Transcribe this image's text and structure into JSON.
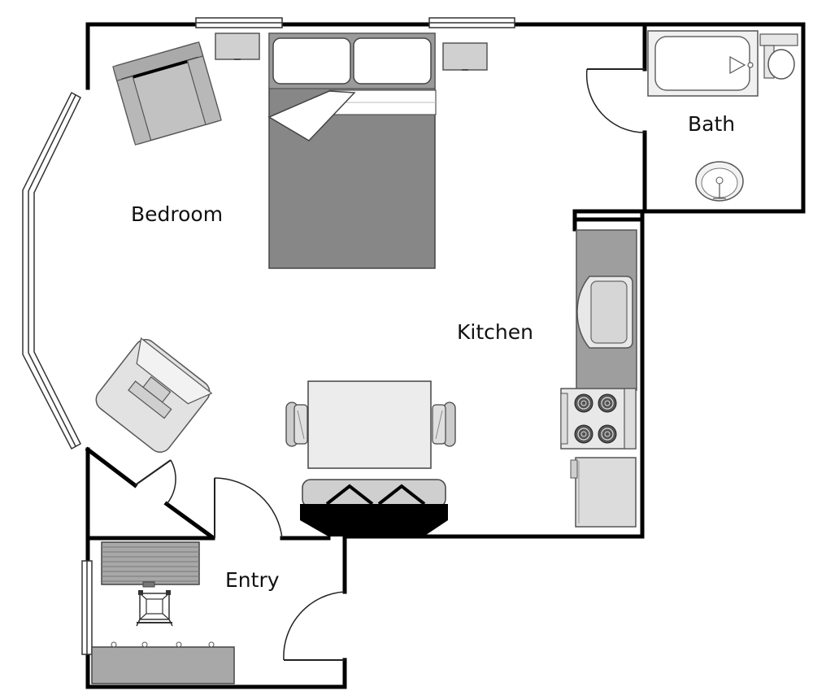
{
  "rooms": {
    "bedroom": "Bedroom",
    "kitchen": "Kitchen",
    "bath": "Bath",
    "entry": "Entry"
  },
  "colors": {
    "wall": "#000000",
    "bedspread": "#878787",
    "furniture_light": "#d9d9d9",
    "furniture_mid": "#b5b5b5",
    "counter": "#9e9e9e",
    "background": "#ffffff"
  }
}
